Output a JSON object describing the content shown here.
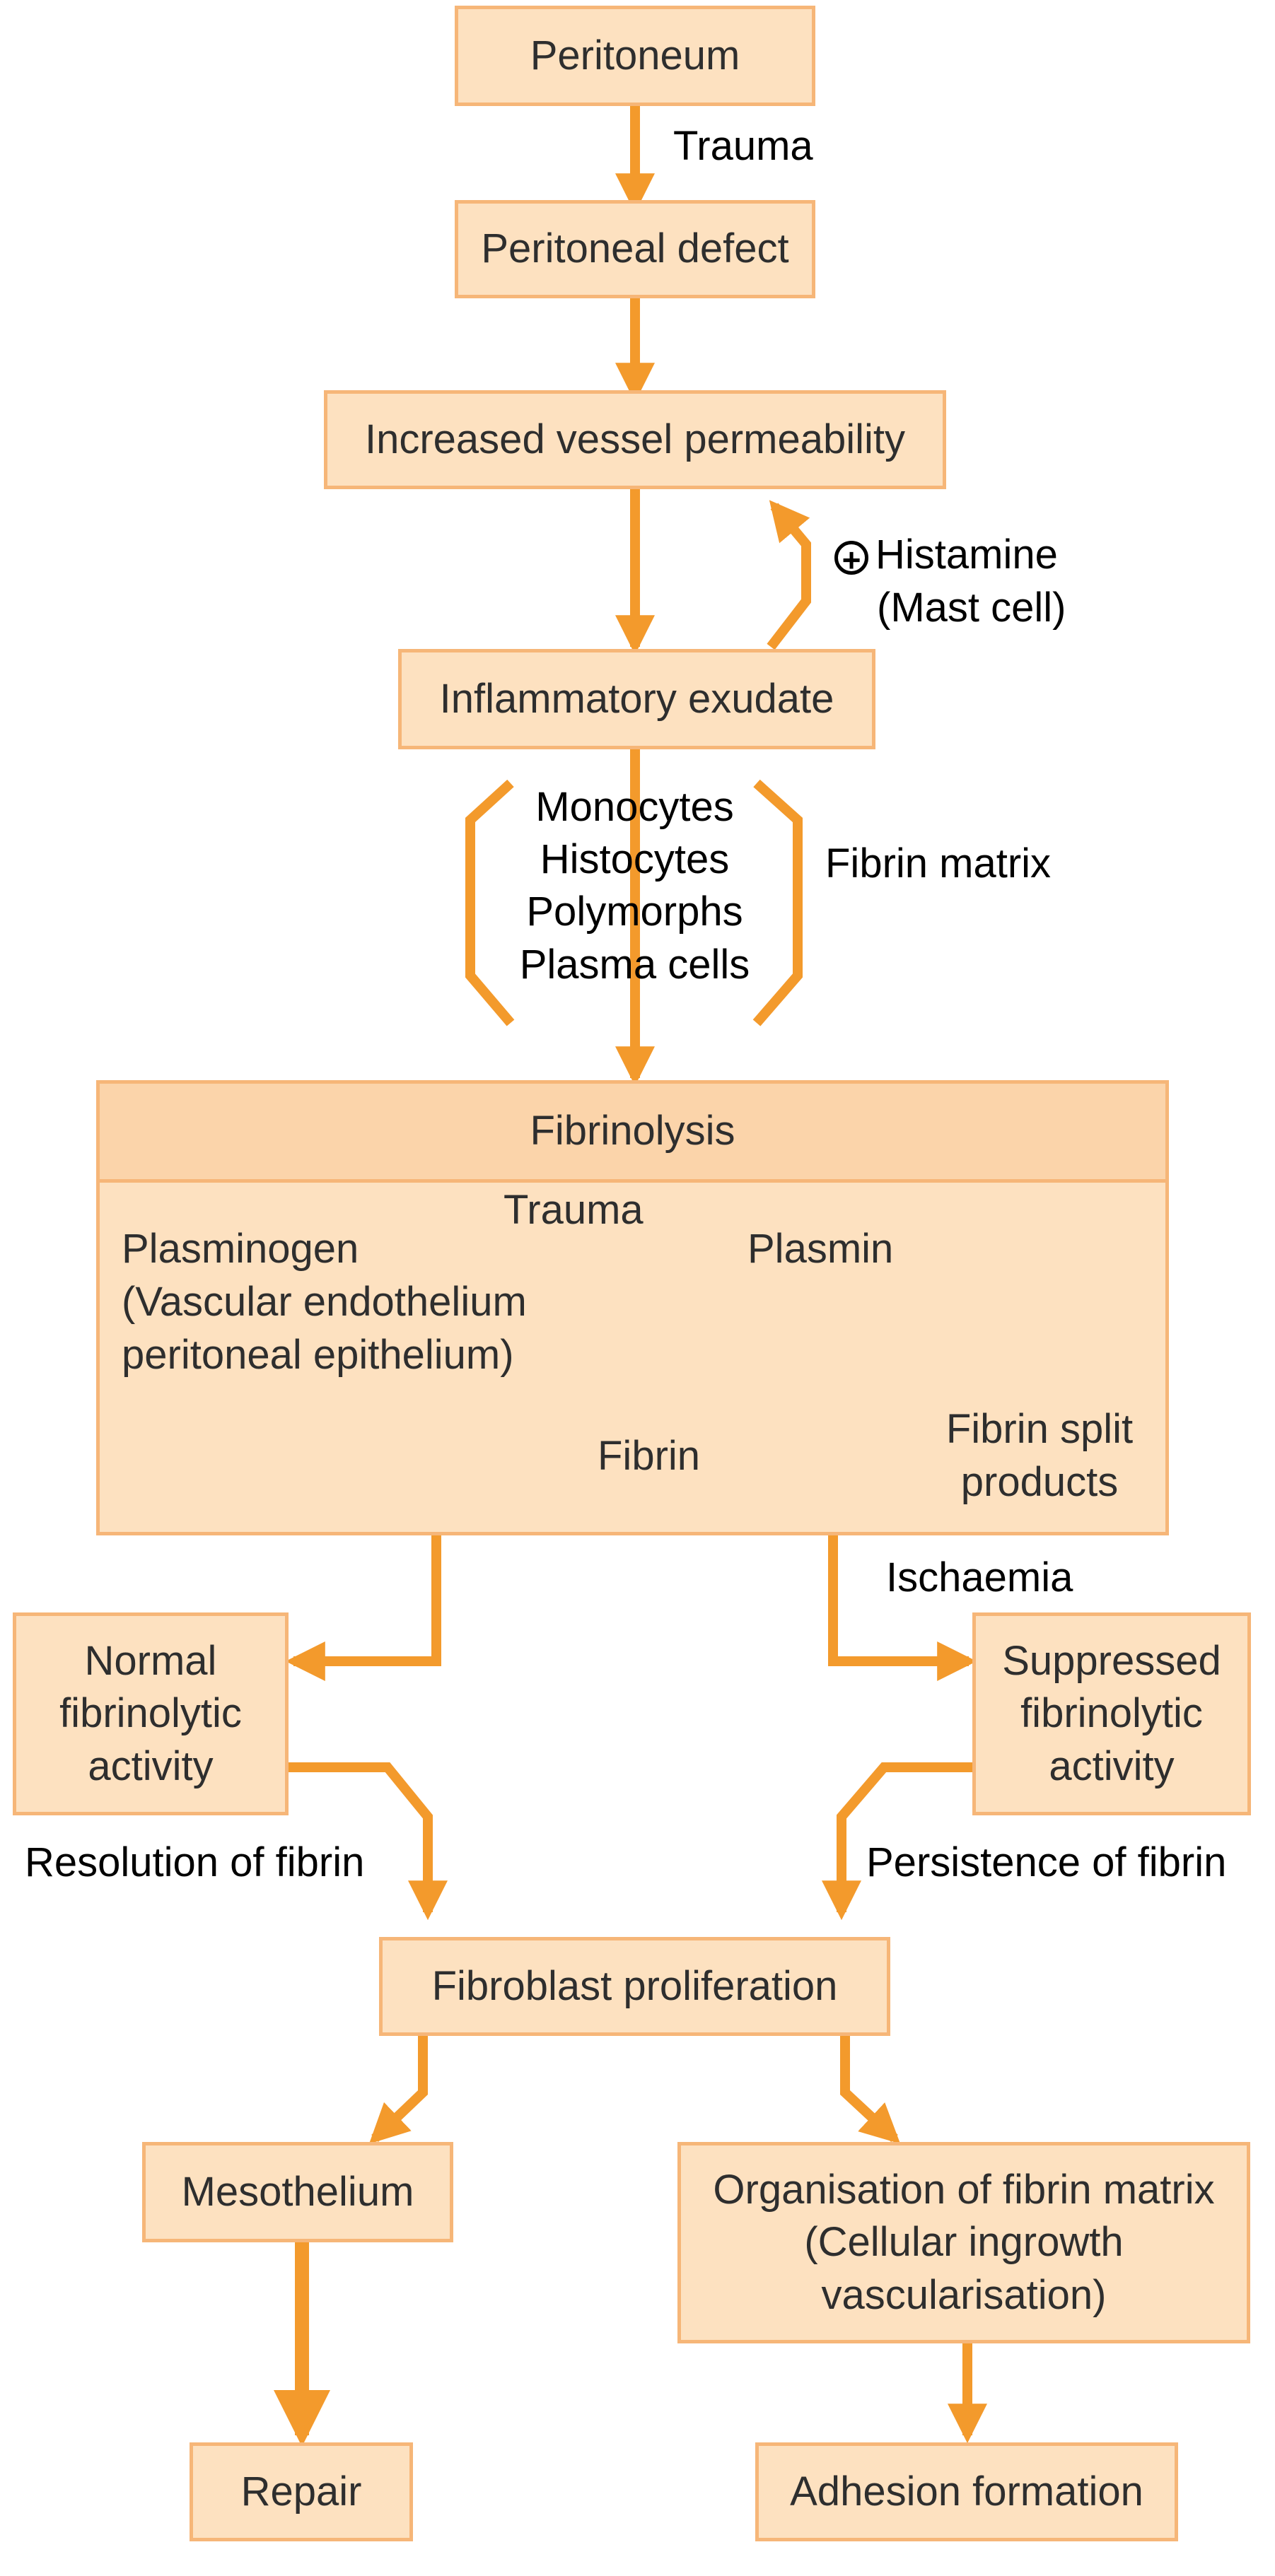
{
  "colors": {
    "arrow": "#f39a2c",
    "box_fill": "#fde1c0",
    "box_border": "#f6b678",
    "header_fill": "#fbd4aa"
  },
  "boxes": {
    "peritoneum": "Peritoneum",
    "peritoneal_defect": "Peritoneal defect",
    "vessel_permeability": "Increased vessel permeability",
    "inflammatory_exudate": "Inflammatory exudate",
    "fibrinolysis": "Fibrinolysis",
    "normal_fibrinolytic": [
      "Normal",
      "fibrinolytic",
      "activity"
    ],
    "suppressed_fibrinolytic": [
      "Suppressed",
      "fibrinolytic",
      "activity"
    ],
    "fibroblast_proliferation": "Fibroblast proliferation",
    "mesothelium": "Mesothelium",
    "organisation": [
      "Organisation of fibrin matrix",
      "(Cellular ingrowth",
      "vascularisation)"
    ],
    "repair": "Repair",
    "adhesion_formation": "Adhesion formation"
  },
  "fibrinolysis_panel": {
    "plasminogen": "Plasminogen",
    "plasminogen_source": [
      "(Vascular endothelium",
      "peritoneal epithelium)"
    ],
    "trauma": "Trauma",
    "plasmin": "Plasmin",
    "fibrin": "Fibrin",
    "fibrin_split_products": [
      "Fibrin split",
      "products"
    ]
  },
  "labels": {
    "trauma": "Trauma",
    "histamine": "Histamine",
    "histamine_plus": "+",
    "mast_cell": "(Mast cell)",
    "cells": [
      "Monocytes",
      "Histocytes",
      "Polymorphs",
      "Plasma cells"
    ],
    "fibrin_matrix": "Fibrin matrix",
    "ischaemia": "Ischaemia",
    "resolution_of_fibrin": "Resolution of fibrin",
    "persistence_of_fibrin": "Persistence of fibrin"
  }
}
